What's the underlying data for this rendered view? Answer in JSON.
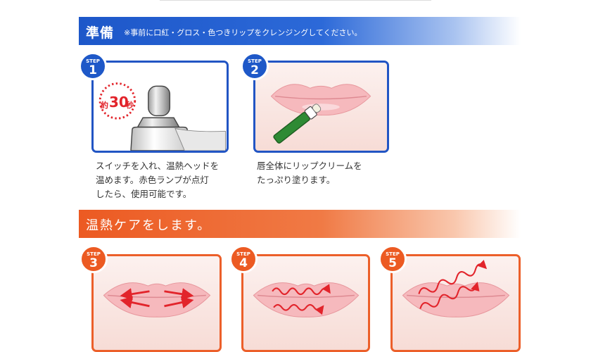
{
  "prep": {
    "title": "準備",
    "note": "※事前に口紅・グロス・色つきリップをクレンジングしてください。"
  },
  "care": {
    "title": "温熱ケアをします。"
  },
  "step_label": "STEP",
  "steps": [
    {
      "number": "1",
      "caption_lines": [
        "スイッチを入れ、温熱ヘッドを",
        "温めます。赤色ランプが点灯",
        "したら、使用可能です。"
      ],
      "seal_pre": "約",
      "seal_num": "30",
      "seal_post": "秒"
    },
    {
      "number": "2",
      "caption_lines": [
        "唇全体にリップクリームを",
        "たっぷり塗ります。"
      ]
    },
    {
      "number": "3"
    },
    {
      "number": "4"
    },
    {
      "number": "5"
    }
  ],
  "colors": {
    "blue": "#1e58c8",
    "orange": "#ec5a22",
    "lip": "#f6b9bd",
    "arrow": "#e2242b",
    "stick": "#2e8a34"
  }
}
